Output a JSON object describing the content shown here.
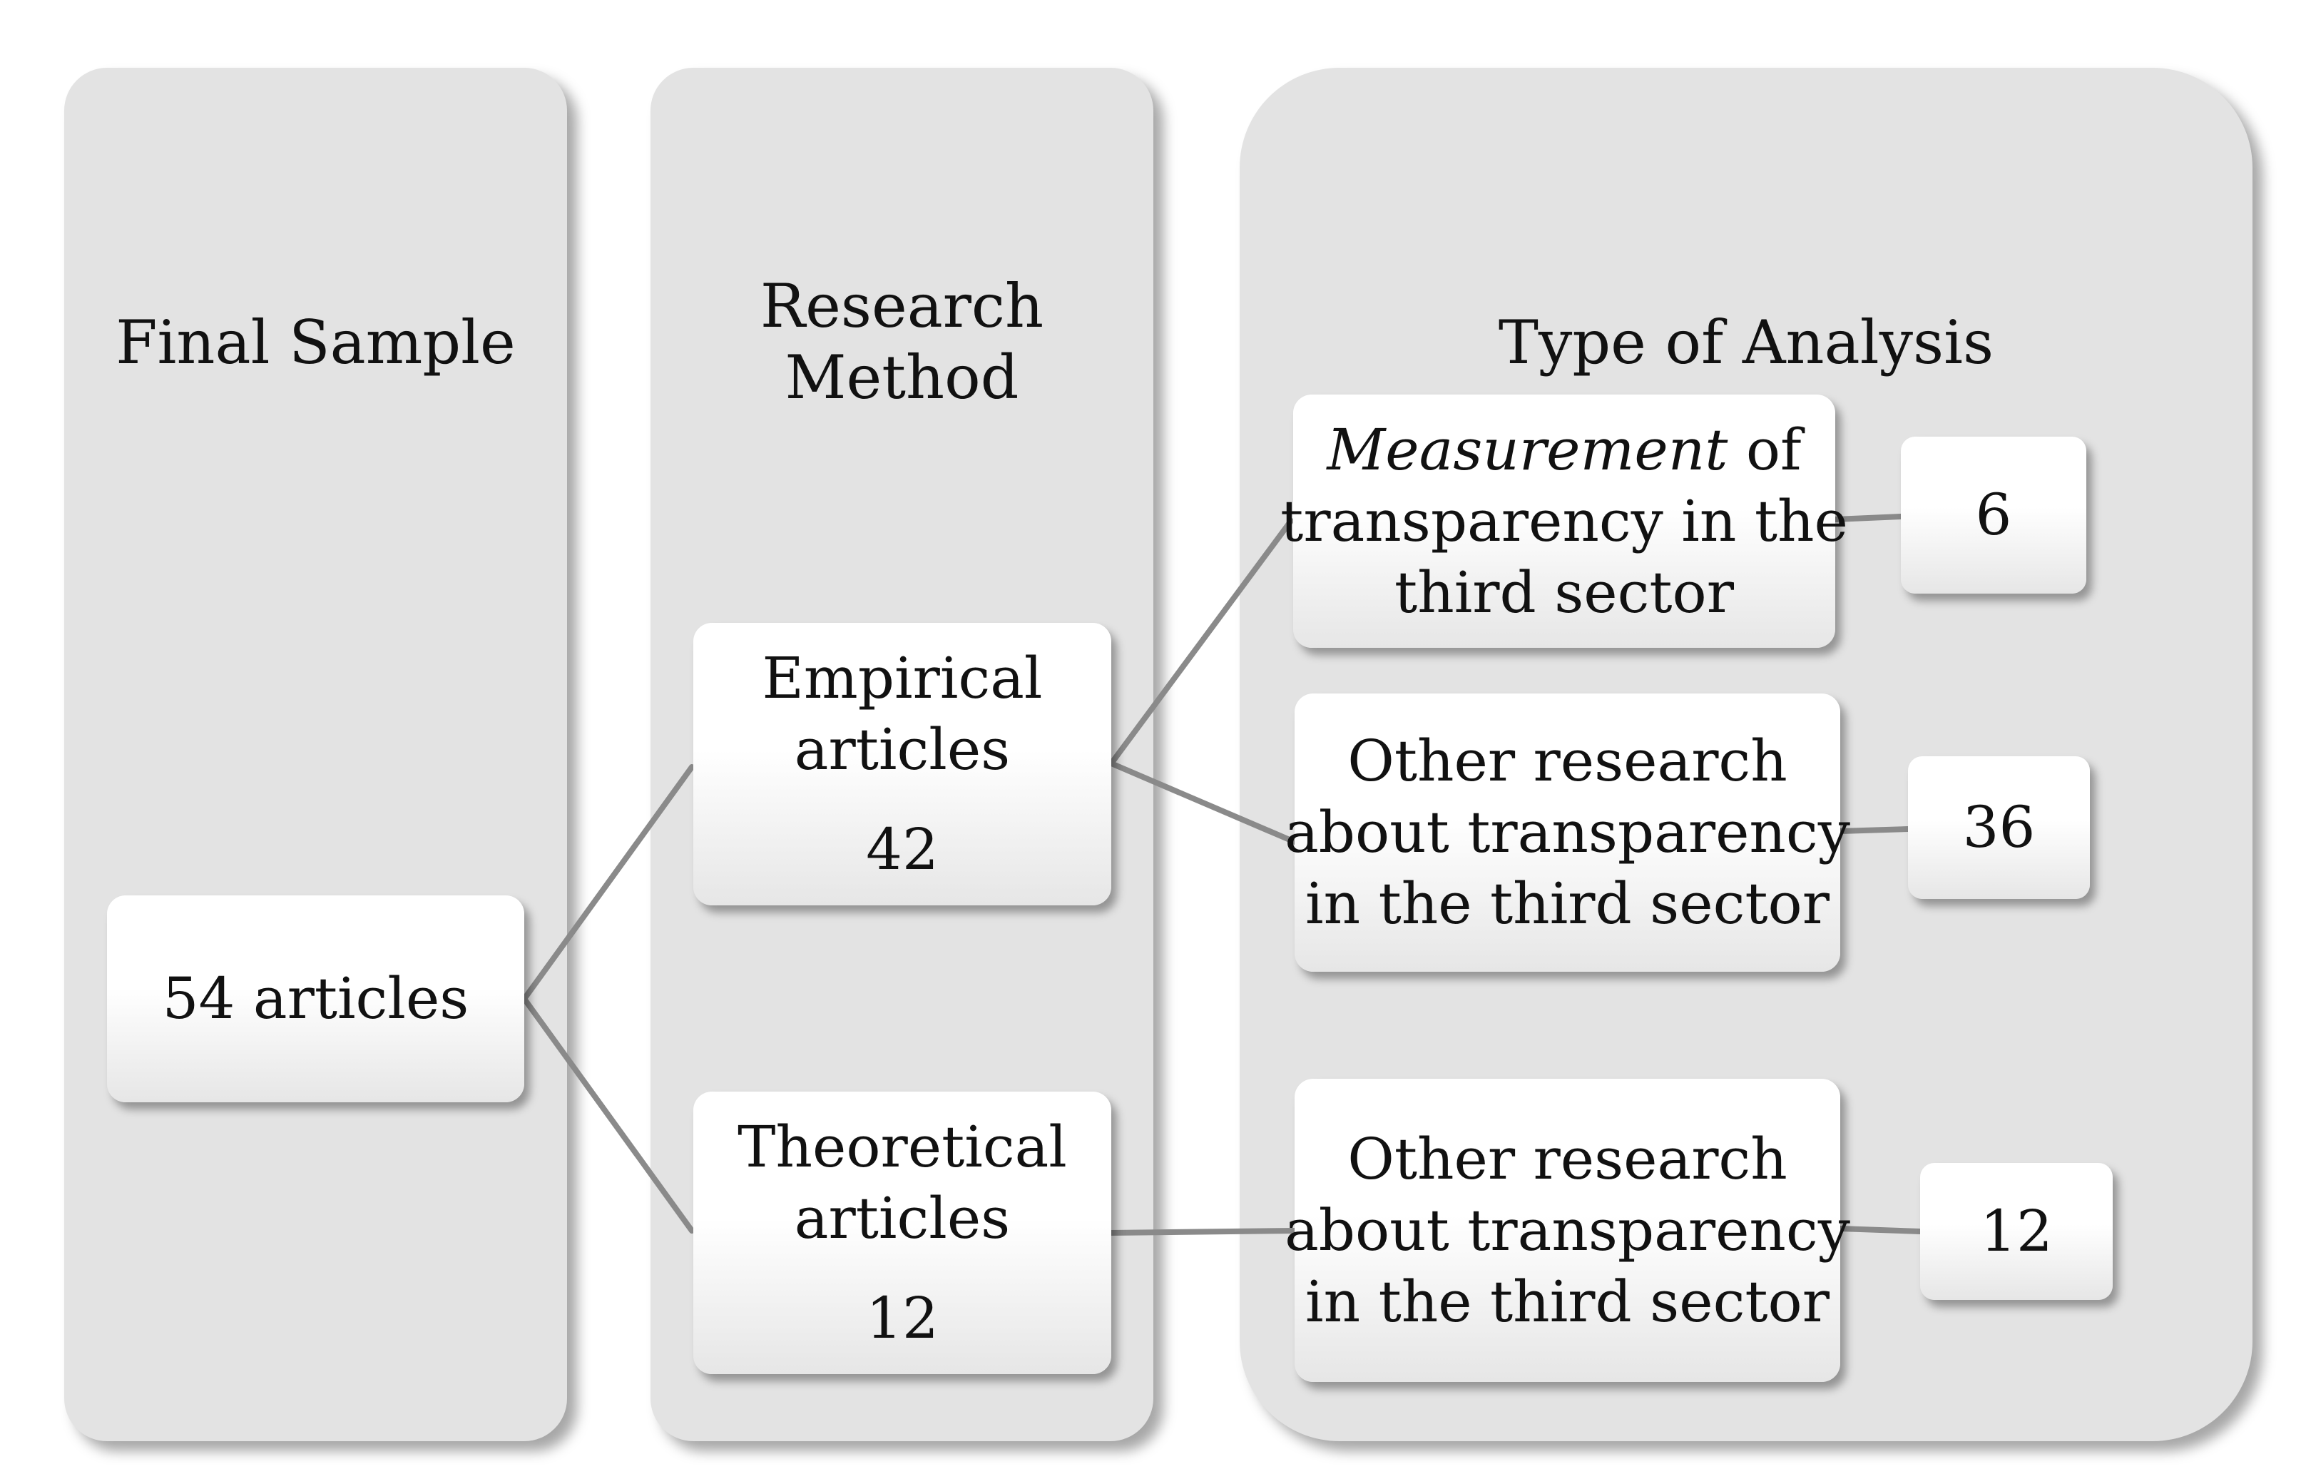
{
  "panels": {
    "final_sample": "Final Sample",
    "research_method": [
      "Research",
      "Method"
    ],
    "type_of_analysis": "Type of Analysis"
  },
  "nodes": {
    "root": "54 articles",
    "empirical": {
      "label": [
        "Empirical",
        "articles"
      ],
      "count": "42"
    },
    "theoretical": {
      "label": [
        "Theoretical",
        "articles"
      ],
      "count": "12"
    },
    "measurement": {
      "label_em": "Measurement",
      "label_rest": " of",
      "lines": [
        "transparency in the",
        "third sector"
      ]
    },
    "other_empirical": [
      "Other research",
      "about transparency",
      "in the third sector"
    ],
    "other_theoretical": [
      "Other research",
      "about transparency",
      "in the third sector"
    ]
  },
  "counts": {
    "measurement": "6",
    "other_empirical": "36",
    "other_theoretical": "12"
  },
  "colors": {
    "panel": "#e3e3e3",
    "connector": "#8a8a8a",
    "node_top": "#ffffff",
    "node_bottom": "#e6e6e6"
  }
}
